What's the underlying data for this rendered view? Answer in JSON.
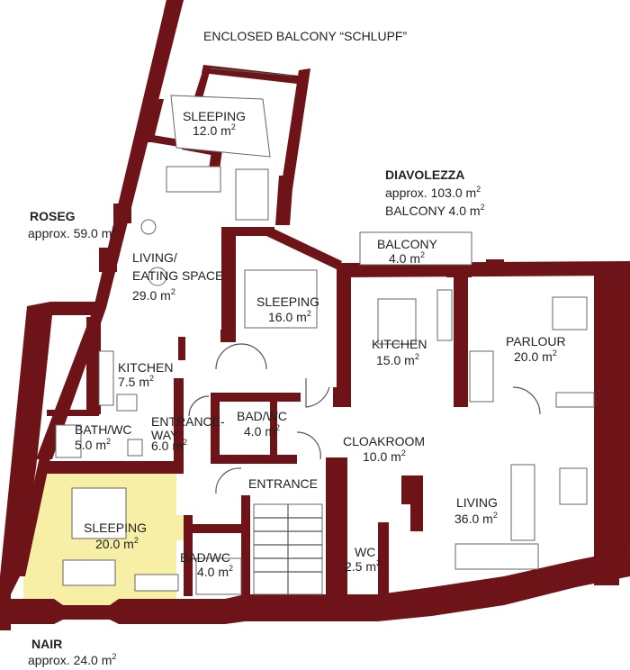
{
  "colors": {
    "wall": "#6e1418",
    "highlight": "#f7efa6",
    "text": "#222222"
  },
  "apartments": {
    "roseg": {
      "name": "ROSEG",
      "area": "approx. 59.0 m",
      "sup": "2"
    },
    "diavolezza": {
      "name": "DIAVOLEZZA",
      "area": "approx. 103.0 m",
      "area_sup": "2",
      "balcony": "BALCONY 4.0 m",
      "balcony_sup": "2"
    },
    "nair": {
      "name": "NAIR",
      "area": "approx. 24.0 m",
      "sup": "2"
    }
  },
  "rooms": {
    "enclosed_balcony": "ENCLOSED BALCONY “SCHLUPF”",
    "sleeping_12": {
      "name": "SLEEPING",
      "area": "12.0 m",
      "sup": "2"
    },
    "living_eating": {
      "line1": "LIVING/",
      "line2": "EATING SPACE",
      "area": "29.0 m",
      "sup": "2"
    },
    "sleeping_16": {
      "name": "SLEEPING",
      "area": "16.0 m",
      "sup": "2"
    },
    "kitchen_7": {
      "name": "KITCHEN",
      "area": "7.5 m",
      "sup": "2"
    },
    "bath_wc": {
      "name": "BATH/WC",
      "area": "5.0 m",
      "sup": "2"
    },
    "entranceway": {
      "line1": "ENTRANCE-",
      "line2": "WAY",
      "area": "6.0 m",
      "sup": "2"
    },
    "bad_wc_4a": {
      "name": "BAD/WC",
      "area": "4.0 m",
      "sup": "2"
    },
    "entrance": "ENTRANCE",
    "sleeping_20": {
      "name": "SLEEPING",
      "area": "20.0 m",
      "sup": "2"
    },
    "bad_wc_4b": {
      "name": "BAD/WC",
      "area": "4.0 m",
      "sup": "2"
    },
    "balcony_4": {
      "name": "BALCONY",
      "area": "4.0 m",
      "sup": "2"
    },
    "kitchen_15": {
      "name": "KITCHEN",
      "area": "15.0 m",
      "sup": "2"
    },
    "parlour": {
      "name": "PARLOUR",
      "area": "20.0 m",
      "sup": "2"
    },
    "cloakroom": {
      "name": "CLOAKROOM",
      "area": "10.0 m",
      "sup": "2"
    },
    "living_36": {
      "name": "LIVING",
      "area": "36.0 m",
      "sup": "2"
    },
    "wc": {
      "name": "WC",
      "area": "2.5 m",
      "sup": "2"
    }
  }
}
